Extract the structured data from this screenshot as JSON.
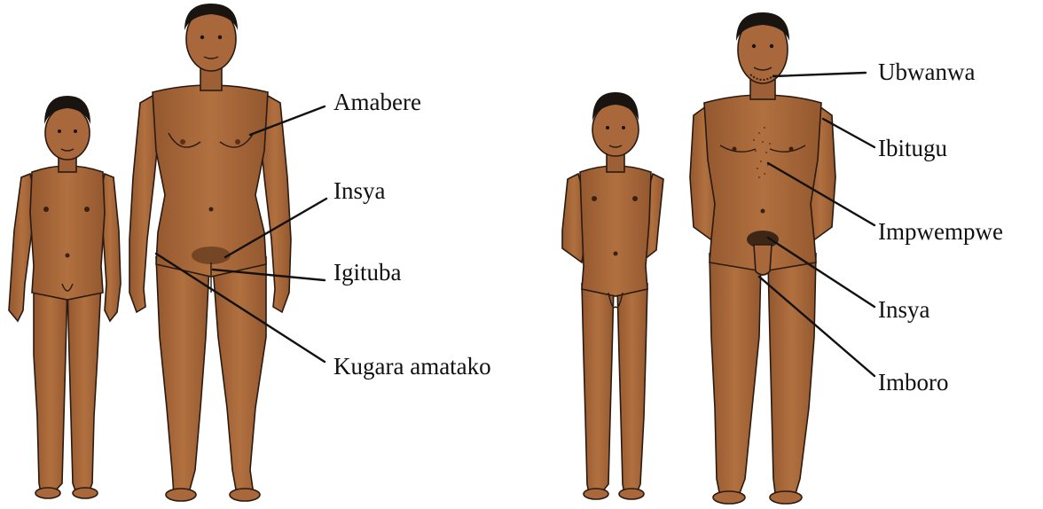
{
  "colors": {
    "skin": "#a8683c",
    "skin_shadow": "#8e5530",
    "hair": "#1a1410",
    "ink": "#111111"
  },
  "labels": {
    "amabere": "Amabere",
    "insya_female": "Insya",
    "igituba": "Igituba",
    "kugara_amatako": "Kugara amatako",
    "ubwanwa": "Ubwanwa",
    "ibitugu": "Ibitugu",
    "impwempwe": "Impwempwe",
    "insya_male": "Insya",
    "imboro": "Imboro"
  }
}
